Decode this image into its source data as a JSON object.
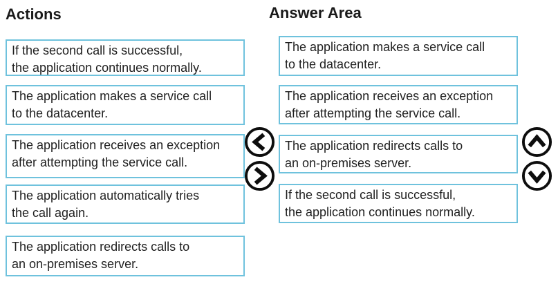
{
  "colors": {
    "background": "#ffffff",
    "box_border": "#6fc2dd",
    "text": "#1f1f1f",
    "heading": "#1a1a1a",
    "arrow": "#0d0d0d"
  },
  "actions": {
    "title": "Actions",
    "items": [
      {
        "lines": [
          "If the second call is successful,",
          "the application continues normally."
        ]
      },
      {
        "lines": [
          "The application makes a service call",
          "to the datacenter."
        ]
      },
      {
        "lines": [
          "The application receives an exception",
          "after attempting the service call."
        ]
      },
      {
        "lines": [
          "The application automatically tries",
          "the call again."
        ]
      },
      {
        "lines": [
          "The application redirects calls to",
          "an on-premises server."
        ]
      }
    ]
  },
  "answer_area": {
    "title": "Answer Area",
    "items": [
      {
        "lines": [
          "The application makes a service call",
          "to the datacenter."
        ]
      },
      {
        "lines": [
          "The application receives an exception",
          "after attempting the service call."
        ]
      },
      {
        "lines": [
          "The application redirects calls to",
          "an on-premises server."
        ]
      },
      {
        "lines": [
          "If the second call is successful,",
          "the application continues normally."
        ]
      }
    ]
  },
  "controls": {
    "move_left_icon": "chevron-left-circle",
    "move_right_icon": "chevron-right-circle",
    "move_up_icon": "chevron-up-circle",
    "move_down_icon": "chevron-down-circle"
  }
}
